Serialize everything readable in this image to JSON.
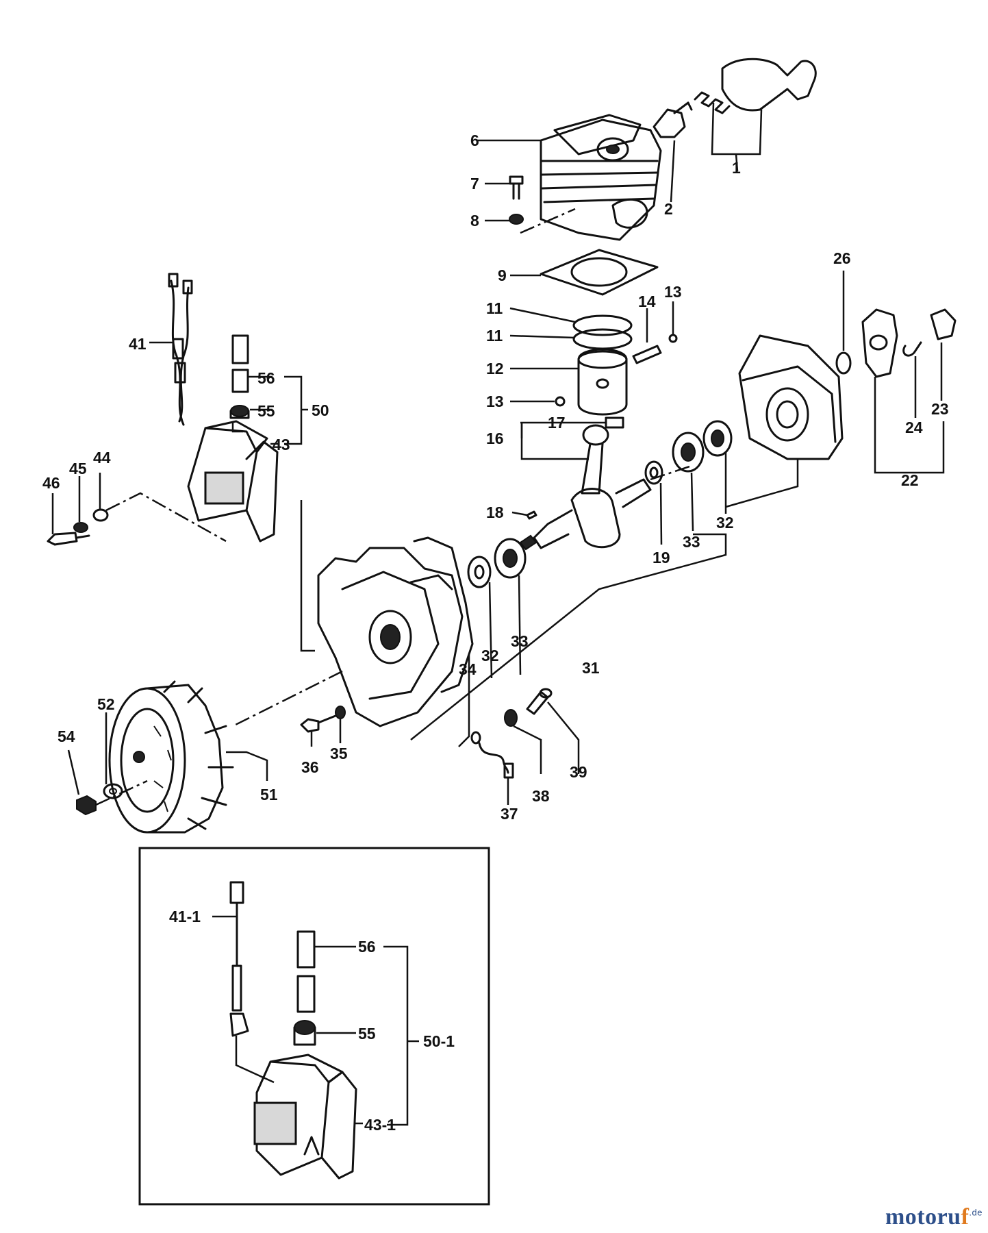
{
  "labels": {
    "l1": "1",
    "l2": "2",
    "l6": "6",
    "l7": "7",
    "l8": "8",
    "l9": "9",
    "l11a": "11",
    "l11b": "11",
    "l12": "12",
    "l13a": "13",
    "l13b": "13",
    "l14": "14",
    "l16": "16",
    "l17": "17",
    "l18": "18",
    "l19": "19",
    "l22": "22",
    "l23": "23",
    "l24": "24",
    "l26": "26",
    "l31": "31",
    "l32a": "32",
    "l32b": "32",
    "l33a": "33",
    "l33b": "33",
    "l34": "34",
    "l35": "35",
    "l36": "36",
    "l37": "37",
    "l38": "38",
    "l39": "39",
    "l41": "41",
    "l43": "43",
    "l44": "44",
    "l45": "45",
    "l46": "46",
    "l50": "50",
    "l51": "51",
    "l52": "52",
    "l54": "54",
    "l55": "55",
    "l56": "56"
  },
  "inset_labels": {
    "l41_1": "41-1",
    "l56": "56",
    "l55": "55",
    "l50_1": "50-1",
    "l43_1": "43-1"
  },
  "watermark": {
    "brand": "motoru",
    "brand_f": "f",
    "suffix": ".de"
  }
}
